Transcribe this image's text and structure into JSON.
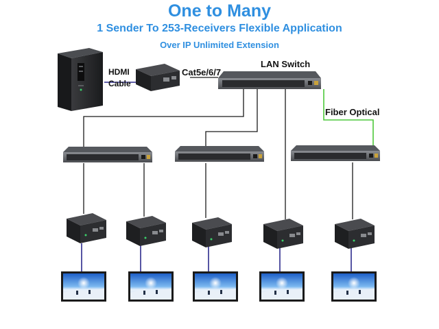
{
  "header": {
    "title": "One to Many",
    "subtitle": "1 Sender To 253-Receivers Flexible Application",
    "tagline": "Over IP Unlimited Extension"
  },
  "labels": {
    "hdmi": "HDMI",
    "cable": "Cable",
    "cat": "Cat5e/6/7",
    "lan_switch": "LAN Switch",
    "fiber": "Fiber Optical"
  },
  "colors": {
    "title": "#2f8fe0",
    "hdmi_line": "#2c2a8c",
    "fiber_line": "#4cc83a",
    "network_line": "#1a1a1a"
  },
  "icons": {
    "computer": "pc-tower-icon",
    "sender": "sender-box-icon",
    "switch": "network-switch-icon",
    "receiver": "receiver-box-icon",
    "display": "monitor-icon"
  }
}
